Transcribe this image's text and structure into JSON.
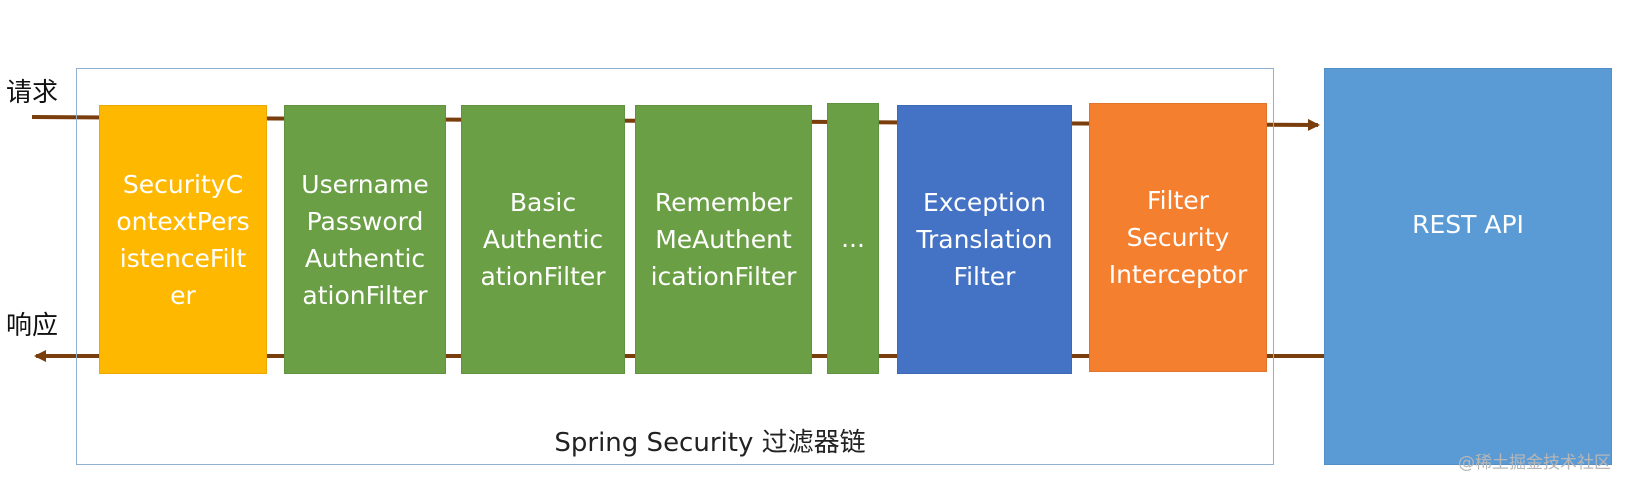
{
  "labels": {
    "request": "请求",
    "response": "响应",
    "chain": "Spring Security 过滤器链",
    "watermark": "@稀土掘金技术社区"
  },
  "filters": [
    {
      "text": "SecurityC\nontextPers\nistenceFilt\ner",
      "color": "#FFB800"
    },
    {
      "text": "Username\nPassword\nAuthentic\nationFilter",
      "color": "#6A9F45"
    },
    {
      "text": "Basic\nAuthentic\nationFilter",
      "color": "#6A9F45"
    },
    {
      "text": "Remember\nMeAuthent\nicationFilter",
      "color": "#6A9F45"
    },
    {
      "text": "...",
      "color": "#6A9F45"
    },
    {
      "text": "Exception\nTranslation\nFilter",
      "color": "#4472C4"
    },
    {
      "text": "Filter\nSecurity\nInterceptor",
      "color": "#F47F2F"
    }
  ],
  "api": {
    "text": "REST API",
    "color": "#5B9BD5"
  },
  "colors": {
    "arrow": "#7a3d0c",
    "container_border": "#8fb0cf"
  }
}
